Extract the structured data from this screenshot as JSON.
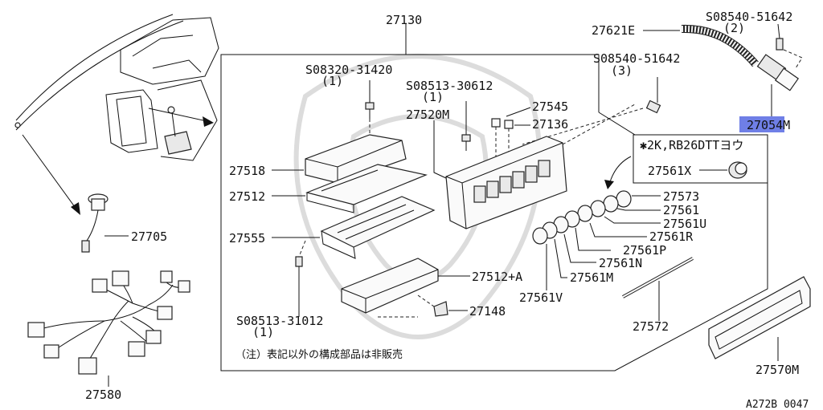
{
  "diagram": {
    "main_part": "27130",
    "ref_code": "A272B 0047",
    "note": "（注）表記以外の構成部品は非販売",
    "highlight_color": "#6f7fe6",
    "highlighted_part": "27054M",
    "callouts": {
      "p27621E": "27621E",
      "s08540_2": "S08540-51642",
      "s08540_2_qty": "(2)",
      "s08540_3": "S08540-51642",
      "s08540_3_qty": "(3)",
      "s08320": "S08320-31420",
      "s08320_qty": "(1)",
      "s08513_30612": "S08513-30612",
      "s08513_30612_qty": "(1)",
      "p27545": "27545",
      "p27136": "27136",
      "p27520M": "27520M",
      "p27054M": "27054M",
      "applic_note": "✱2K,RB26DTTヨウ",
      "p27561X": "27561X",
      "p27518": "27518",
      "p27512": "27512",
      "p27555": "27555",
      "p27512A": "27512+A",
      "p27148": "27148",
      "s08513_31012": "S08513-31012",
      "s08513_31012_qty": "(1)",
      "p27705": "27705",
      "p27580": "27580",
      "p27573": "27573",
      "p27561": "27561",
      "p27561U": "27561U",
      "p27561R": "27561R",
      "p27561P": "27561P",
      "p27561N": "27561N",
      "p27561M": "27561M",
      "p27561V": "27561V",
      "p27572": "27572",
      "p27570M": "27570M"
    }
  }
}
